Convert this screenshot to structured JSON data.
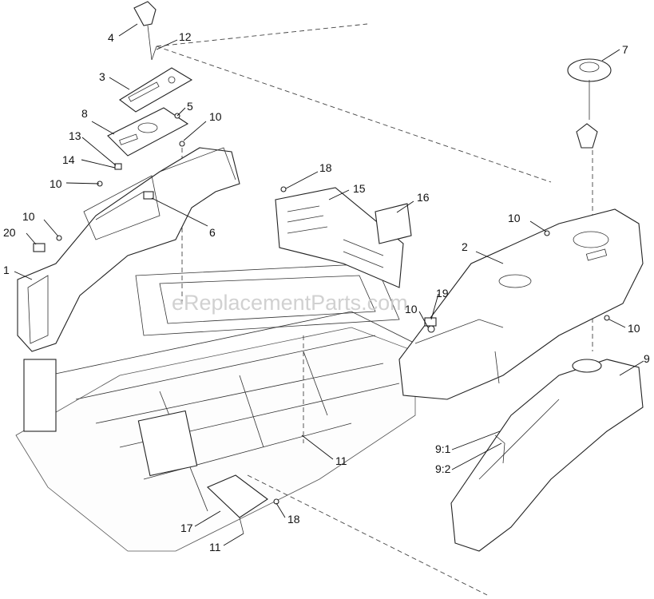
{
  "watermark": "eReplacementParts.com",
  "callouts": {
    "c1": "1",
    "c2": "2",
    "c3": "3",
    "c4": "4",
    "c5": "5",
    "c6": "6",
    "c7": "7",
    "c8": "8",
    "c9": "9",
    "c9_1": "9:1",
    "c9_2": "9:2",
    "c10a": "10",
    "c10b": "10",
    "c10c": "10",
    "c10d": "10",
    "c10e": "10",
    "c10f": "10",
    "c11a": "11",
    "c11b": "11",
    "c12": "12",
    "c13": "13",
    "c14": "14",
    "c15": "15",
    "c16": "16",
    "c17": "17",
    "c18a": "18",
    "c18b": "18",
    "c19": "19",
    "c20": "20"
  }
}
